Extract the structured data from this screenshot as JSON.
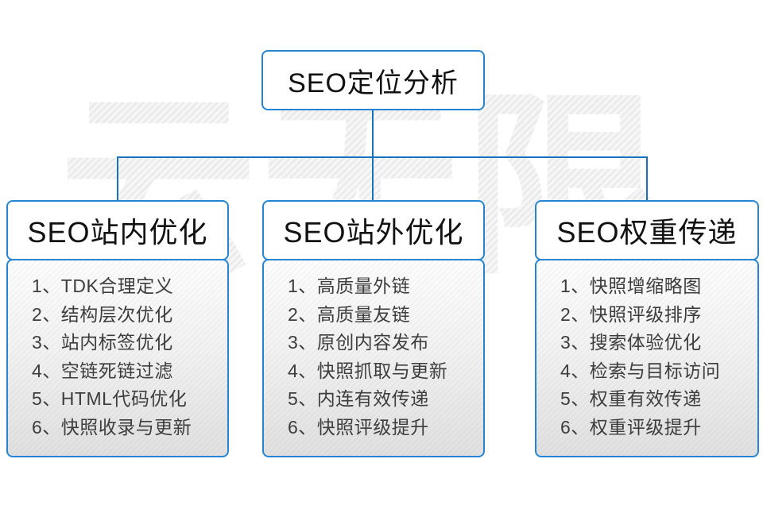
{
  "watermark": "云无限",
  "root": {
    "title": "SEO定位分析"
  },
  "columns": [
    {
      "title": "SEO站内优化",
      "items": [
        "1、TDK合理定义",
        "2、结构层次优化",
        "3、站内标签优化",
        "4、空链死链过滤",
        "5、HTML代码优化",
        "6、快照收录与更新"
      ]
    },
    {
      "title": "SEO站外优化",
      "items": [
        "1、高质量外链",
        "2、高质量友链",
        "3、原创内容发布",
        "4、快照抓取与更新",
        "5、内连有效传递",
        "6、快照评级提升"
      ]
    },
    {
      "title": "SEO权重传递",
      "items": [
        "1、快照增缩略图",
        "2、快照评级排序",
        "3、搜索体验优化",
        "4、检索与目标访问",
        "5、权重有效传递",
        "6、权重评级提升"
      ]
    }
  ],
  "colors": {
    "connector_blue": "#1773bf",
    "border_blue": "#2585d2",
    "title_text": "#111111",
    "item_text": "#3d3d3d",
    "panel_gradient_top": "#fdfdfd",
    "panel_gradient_bottom": "#e0e0e0",
    "watermark_gray": "#ebebeb"
  }
}
